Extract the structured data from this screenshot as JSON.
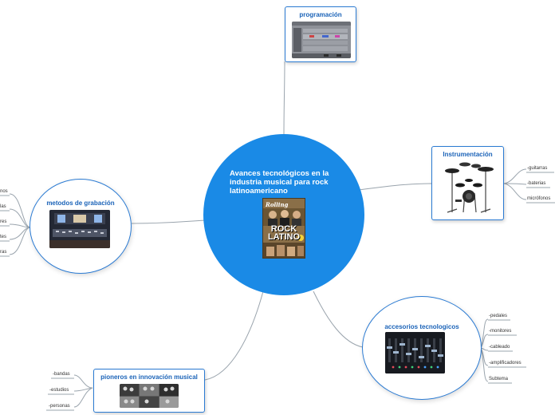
{
  "central_topic": {
    "title": "Avances tecnológicos en la industria musical para rock latinoamericano",
    "image_text": {
      "masthead": "Rolling Stone",
      "line1": "ROCK",
      "line2": "LATINO"
    }
  },
  "branches": {
    "programacion": {
      "title": "programación",
      "image": "daw-software-screenshot"
    },
    "instrumentacion": {
      "title": "Instrumentación",
      "image": "electronic-drum-kit",
      "items": [
        "-guitarras",
        "-baterias",
        "micrófonos"
      ]
    },
    "accesorios": {
      "title": "accesorios tecnologicos",
      "image": "mixing-console",
      "items": [
        "-pedales",
        "-monitores",
        "-cableado",
        "-amplificadores",
        "Subtema"
      ]
    },
    "pioneros": {
      "title": "pioneros en innovación musical",
      "image": "band-photos-collage",
      "items": [
        "-bandas",
        "-estudios",
        "-personas"
      ]
    },
    "metodos": {
      "title": "metodos de grabación",
      "image": "recording-studio",
      "items": [
        "nos",
        "las",
        "res",
        "tes",
        "ras"
      ]
    }
  },
  "colors": {
    "center": "#1a8ae6",
    "border": "#2b7bd3",
    "title": "#1b63b8",
    "connector": "#9aa4ad"
  }
}
